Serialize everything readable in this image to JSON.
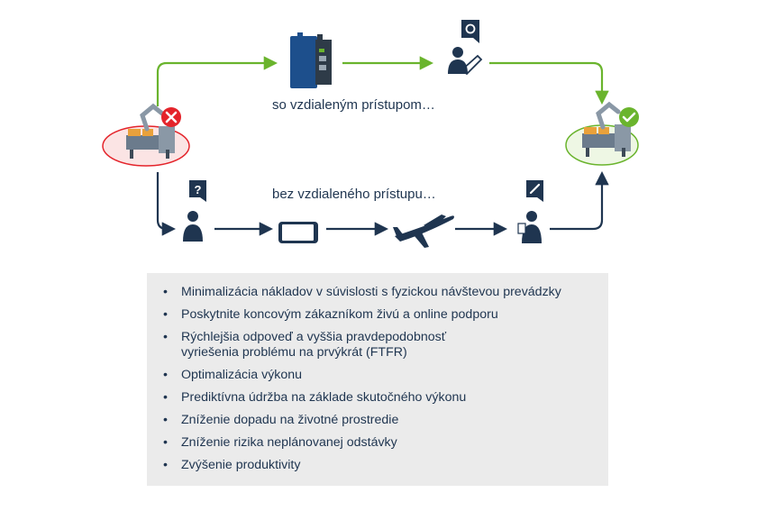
{
  "paths": {
    "remote_label": "so vzdialeným prístupom…",
    "no_remote_label": "bez vzdialeného prístupu…"
  },
  "colors": {
    "navy": "#1f3550",
    "green": "#6ab42d",
    "red": "#e4242b",
    "box_bg": "#ebebeb",
    "panel_blue": "#1d4f8c"
  },
  "icons": [
    "robot-arm-machine-error-icon",
    "error-x-badge-icon",
    "gateway-device-icon",
    "technician-laptop-icon",
    "gear-chat-bubble-icon",
    "robot-arm-machine-ok-icon",
    "ok-check-badge-icon",
    "person-question-icon",
    "question-chat-bubble-icon",
    "smartphone-icon",
    "airplane-icon",
    "technician-clipboard-icon",
    "wrench-chat-bubble-icon"
  ],
  "benefits": [
    "Minimalizácia nákladov v súvislosti s fyzickou návštevou prevádzky",
    "Poskytnite koncovým zákazníkom živú a online podporu",
    "Rýchlejšia odpoveď a vyššia pravdepodobnosť\nvyriešenia problému na prvýkrát (FTFR)",
    "Optimalizácia výkonu",
    "Prediktívna údržba na základe skutočného výkonu",
    "Zníženie dopadu na životné prostredie",
    "Zníženie rizika neplánovanej odstávky",
    "Zvýšenie produktivity"
  ]
}
